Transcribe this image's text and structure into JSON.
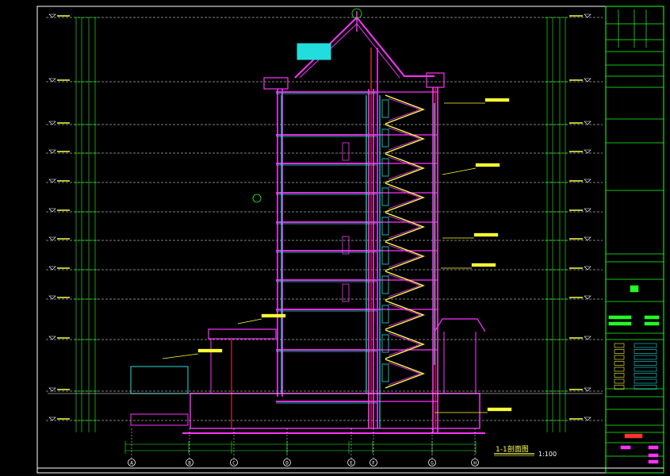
{
  "drawing": {
    "title": "1-1剖面图",
    "scale": "1:100"
  },
  "grid_axes": [
    "A",
    "B",
    "C",
    "D",
    "E",
    "F",
    "G",
    "H"
  ],
  "colors": {
    "background": "#000000",
    "frame": "#ffffff",
    "title_block": "#22ff22",
    "walls": "#ff33ff",
    "levels": "#ffffff",
    "dimensions": "#22ff22",
    "stairs": "#ffff44",
    "glazing": "#22dddd",
    "accent": "#ff3333",
    "annotations": "#ffff33"
  }
}
